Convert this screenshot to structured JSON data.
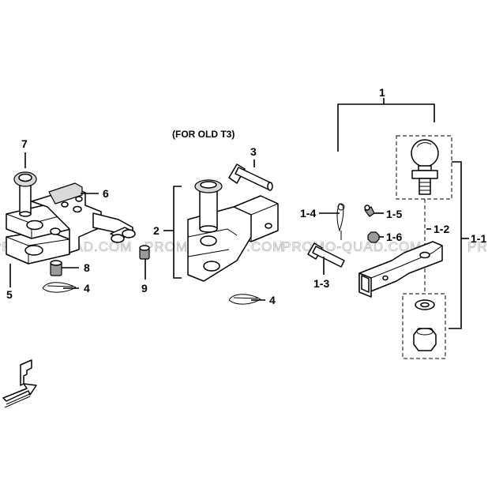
{
  "diagram": {
    "note": "(FOR OLD T3)",
    "watermarks": [
      "PROMO-QUAD.COM",
      "PROMO-QUAD.COM",
      "PROMO-QUAD.COM",
      "PROMO-QUAD.COM"
    ],
    "callouts": {
      "c1": "1",
      "c1_1": "1-1",
      "c1_2": "1-2",
      "c1_3": "1-3",
      "c1_4": "1-4",
      "c1_5": "1-5",
      "c1_6": "1-6",
      "c2": "2",
      "c3": "3",
      "c4a": "4",
      "c4b": "4",
      "c5": "5",
      "c6": "6",
      "c7": "7",
      "c8": "8",
      "c9": "9"
    }
  }
}
